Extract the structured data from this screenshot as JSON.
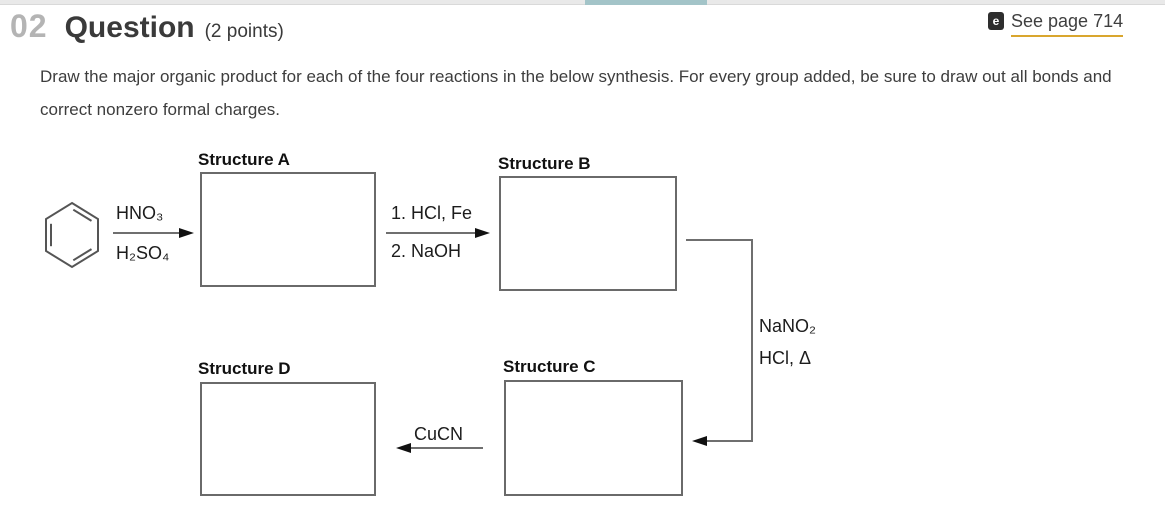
{
  "page": {
    "progress_bar": {
      "track_color": "#e9e9e9",
      "fill_color": "#a3c4c8"
    }
  },
  "header": {
    "number": "02",
    "title": "Question",
    "points": "(2 points)",
    "link": {
      "icon_glyph": "e",
      "label": "See page 714",
      "underline_color": "#d9a62e"
    }
  },
  "question": {
    "text": "Draw the major organic product for each of the four reactions in the below synthesis. For every group added, be sure to draw out all bonds and correct nonzero formal charges."
  },
  "scheme": {
    "start_molecule": "benzene",
    "boxes": [
      {
        "id": "A",
        "label": "Structure A"
      },
      {
        "id": "B",
        "label": "Structure B"
      },
      {
        "id": "C",
        "label": "Structure C"
      },
      {
        "id": "D",
        "label": "Structure D"
      }
    ],
    "reactions": [
      {
        "from": "benzene",
        "to": "Structure A",
        "reagents_above": "HNO₃",
        "reagents_below": "H₂SO₄"
      },
      {
        "from": "Structure A",
        "to": "Structure B",
        "reagents_above": "1. HCl, Fe",
        "reagents_below": "2. NaOH"
      },
      {
        "from": "Structure B",
        "to": "Structure C",
        "reagents": [
          "NaNO₂",
          "HCl, Δ"
        ]
      },
      {
        "from": "Structure C",
        "to": "Structure D",
        "reagents_above": "CuCN"
      }
    ]
  }
}
